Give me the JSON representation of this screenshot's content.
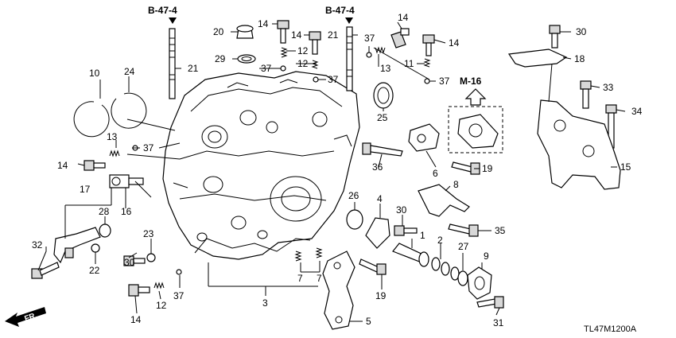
{
  "diagram": {
    "refs": {
      "b47_left": "B-47-4",
      "b47_right": "B-47-4",
      "m16": "M-16"
    },
    "code": "TL47M1200A",
    "front": "FR.",
    "labels": {
      "n1": "1",
      "n2": "2",
      "n3": "3",
      "n4": "4",
      "n5": "5",
      "n6": "6",
      "n7a": "7",
      "n7b": "7",
      "n8": "8",
      "n9": "9",
      "n10": "10",
      "n11": "11",
      "n12a": "12",
      "n12b": "12",
      "n12c": "12",
      "n13a": "13",
      "n13b": "13",
      "n14a": "14",
      "n14b": "14",
      "n14c": "14",
      "n14d": "14",
      "n14e": "14",
      "n14f": "14",
      "n15": "15",
      "n16": "16",
      "n17": "17",
      "n18": "18",
      "n19a": "19",
      "n19b": "19",
      "n20": "20",
      "n21a": "21",
      "n21b": "21",
      "n22": "22",
      "n23": "23",
      "n24": "24",
      "n25": "25",
      "n26": "26",
      "n27": "27",
      "n28": "28",
      "n29": "29",
      "n30a": "30",
      "n30b": "30",
      "n30c": "30",
      "n31": "31",
      "n32": "32",
      "n33": "33",
      "n34": "34",
      "n35": "35",
      "n36": "36",
      "n37a": "37",
      "n37b": "37",
      "n37c": "37",
      "n37d": "37",
      "n37e": "37",
      "n37f": "37"
    }
  }
}
